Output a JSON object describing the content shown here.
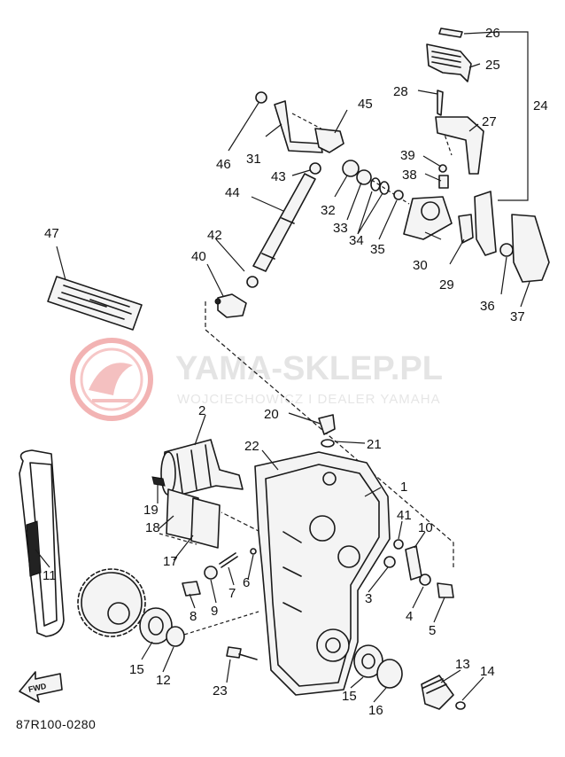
{
  "diagram_code": "87R100-0280",
  "watermark": {
    "title": "YAMA-SKLEP.PL",
    "subtitle": "WOJCIECHOWICZ I DEALER YAMAHA",
    "logo_color": "#f2b3b3",
    "text_color": "#e4e4e4"
  },
  "front_arrow_label": "FWD",
  "callouts": [
    {
      "id": "1",
      "label": "1"
    },
    {
      "id": "2",
      "label": "2"
    },
    {
      "id": "3",
      "label": "3"
    },
    {
      "id": "4",
      "label": "4"
    },
    {
      "id": "5",
      "label": "5"
    },
    {
      "id": "6",
      "label": "6"
    },
    {
      "id": "7",
      "label": "7"
    },
    {
      "id": "8",
      "label": "8"
    },
    {
      "id": "9",
      "label": "9"
    },
    {
      "id": "10",
      "label": "10"
    },
    {
      "id": "11",
      "label": "11"
    },
    {
      "id": "12",
      "label": "12"
    },
    {
      "id": "13",
      "label": "13"
    },
    {
      "id": "14",
      "label": "14"
    },
    {
      "id": "15a",
      "label": "15"
    },
    {
      "id": "15b",
      "label": "15"
    },
    {
      "id": "16",
      "label": "16"
    },
    {
      "id": "17",
      "label": "17"
    },
    {
      "id": "18",
      "label": "18"
    },
    {
      "id": "19",
      "label": "19"
    },
    {
      "id": "20",
      "label": "20"
    },
    {
      "id": "21",
      "label": "21"
    },
    {
      "id": "22",
      "label": "22"
    },
    {
      "id": "23",
      "label": "23"
    },
    {
      "id": "24",
      "label": "24"
    },
    {
      "id": "25",
      "label": "25"
    },
    {
      "id": "26",
      "label": "26"
    },
    {
      "id": "27",
      "label": "27"
    },
    {
      "id": "28",
      "label": "28"
    },
    {
      "id": "29",
      "label": "29"
    },
    {
      "id": "30",
      "label": "30"
    },
    {
      "id": "31",
      "label": "31"
    },
    {
      "id": "32",
      "label": "32"
    },
    {
      "id": "33",
      "label": "33"
    },
    {
      "id": "34",
      "label": "34"
    },
    {
      "id": "35",
      "label": "35"
    },
    {
      "id": "36",
      "label": "36"
    },
    {
      "id": "37",
      "label": "37"
    },
    {
      "id": "38",
      "label": "38"
    },
    {
      "id": "39",
      "label": "39"
    },
    {
      "id": "40",
      "label": "40"
    },
    {
      "id": "41",
      "label": "41"
    },
    {
      "id": "42",
      "label": "42"
    },
    {
      "id": "43",
      "label": "43"
    },
    {
      "id": "44",
      "label": "44"
    },
    {
      "id": "45",
      "label": "45"
    },
    {
      "id": "46",
      "label": "46"
    },
    {
      "id": "47",
      "label": "47"
    }
  ]
}
